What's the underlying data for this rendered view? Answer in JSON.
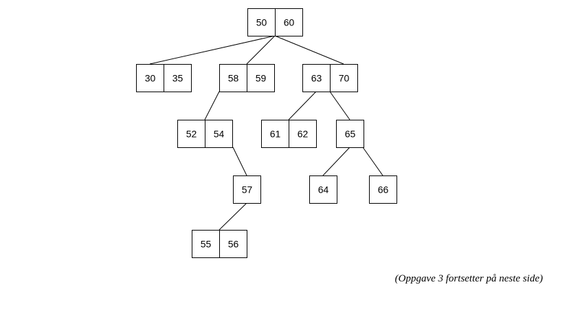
{
  "tree": {
    "nodes": [
      {
        "id": "n-50-60",
        "keys": [
          "50",
          "60"
        ]
      },
      {
        "id": "n-30-35",
        "keys": [
          "30",
          "35"
        ]
      },
      {
        "id": "n-58-59",
        "keys": [
          "58",
          "59"
        ]
      },
      {
        "id": "n-63-70",
        "keys": [
          "63",
          "70"
        ]
      },
      {
        "id": "n-52-54",
        "keys": [
          "52",
          "54"
        ]
      },
      {
        "id": "n-61-62",
        "keys": [
          "61",
          "62"
        ]
      },
      {
        "id": "n-65",
        "keys": [
          "65"
        ]
      },
      {
        "id": "n-57",
        "keys": [
          "57"
        ]
      },
      {
        "id": "n-64",
        "keys": [
          "64"
        ]
      },
      {
        "id": "n-66",
        "keys": [
          "66"
        ]
      },
      {
        "id": "n-55-56",
        "keys": [
          "55",
          "56"
        ]
      }
    ],
    "edges": [
      {
        "from": "n-50-60",
        "to": "n-30-35"
      },
      {
        "from": "n-50-60",
        "to": "n-58-59"
      },
      {
        "from": "n-50-60",
        "to": "n-63-70"
      },
      {
        "from": "n-58-59",
        "to": "n-52-54"
      },
      {
        "from": "n-63-70",
        "to": "n-61-62"
      },
      {
        "from": "n-63-70",
        "to": "n-65"
      },
      {
        "from": "n-52-54",
        "to": "n-57"
      },
      {
        "from": "n-65",
        "to": "n-64"
      },
      {
        "from": "n-65",
        "to": "n-66"
      },
      {
        "from": "n-57",
        "to": "n-55-56"
      }
    ]
  },
  "footnote": "(Oppgave 3 fortsetter på neste side)"
}
